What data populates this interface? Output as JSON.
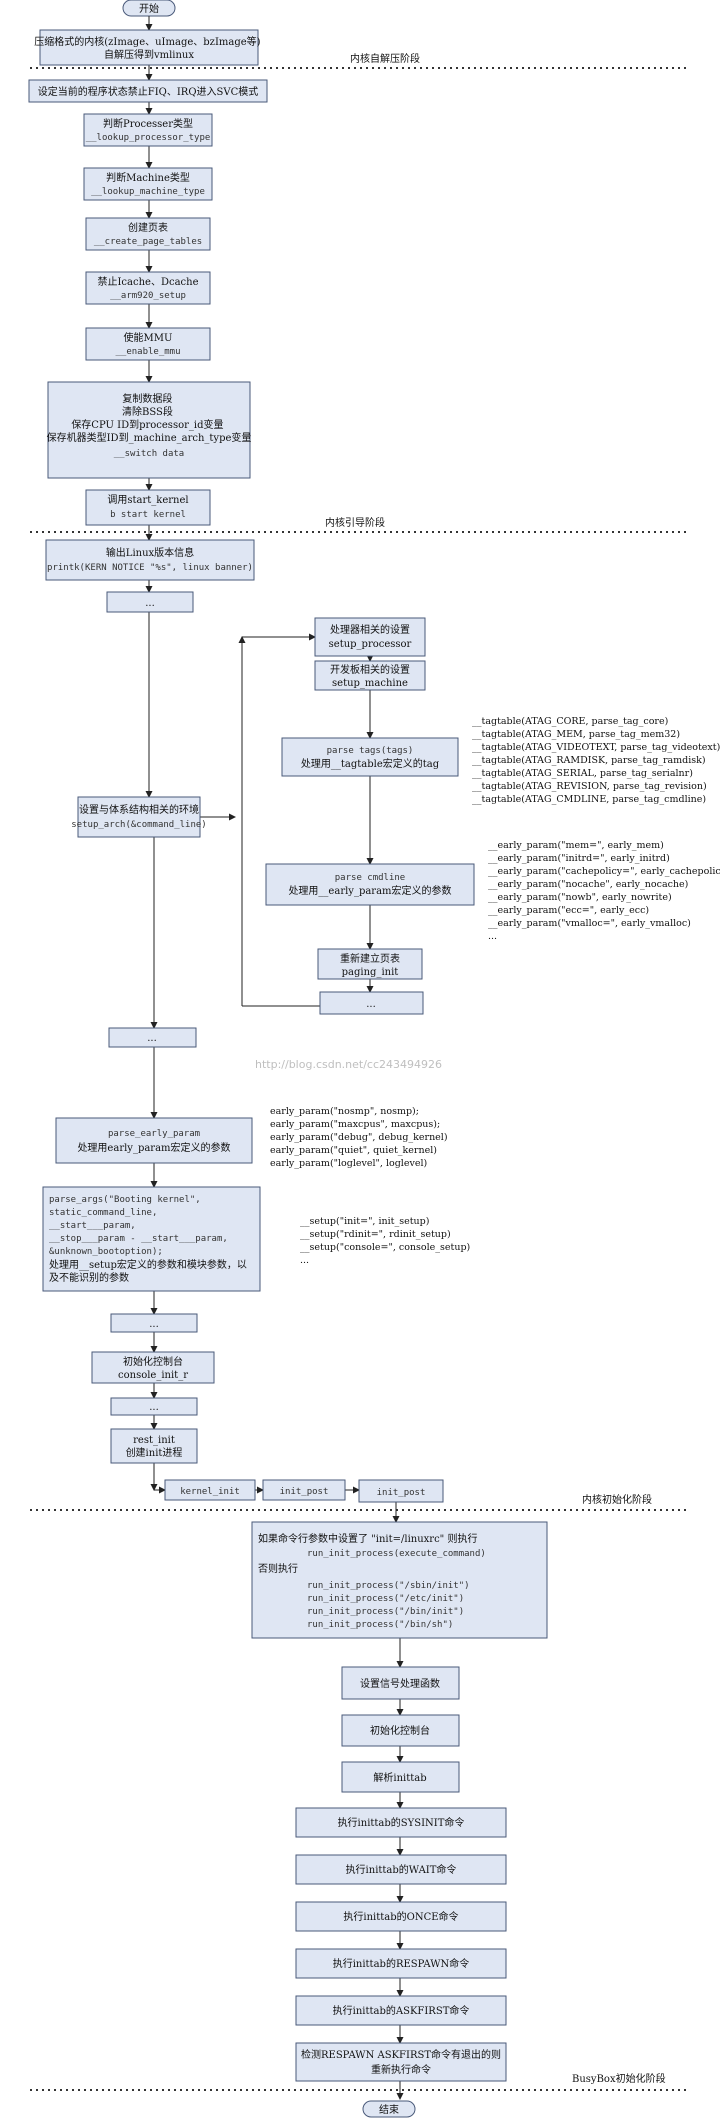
{
  "start": "开始",
  "end": "结束",
  "stages": {
    "decompress": "内核自解压阶段",
    "boot": "内核引导阶段",
    "init": "内核初始化阶段",
    "busybox": "BusyBox初始化阶段"
  },
  "watermark": "http://blog.csdn.net/cc243494926",
  "boxes": {
    "decompress": [
      "压缩格式的内核(zImage、uImage、bzImage等)",
      "自解压得到vmlinux"
    ],
    "svc": [
      "设定当前的程序状态禁止FIQ、IRQ进入SVC模式"
    ],
    "processor_type": [
      "判断Processer类型",
      "__lookup_processor_type"
    ],
    "machine_type": [
      "判断Machine类型",
      "__lookup_machine_type"
    ],
    "page_tables": [
      "创建页表",
      "__create_page_tables"
    ],
    "cache": [
      "禁止Icache、Dcache",
      "__arm920_setup"
    ],
    "mmu": [
      "使能MMU",
      "__enable_mmu"
    ],
    "switch_data": [
      "复制数据段",
      "清除BSS段",
      "保存CPU ID到processor_id变量",
      "保存机器类型ID到_machine_arch_type变量",
      "__switch data"
    ],
    "start_kernel": [
      "调用start_kernel",
      "b         start kernel"
    ],
    "banner": [
      "输出Linux版本信息",
      "printk(KERN NOTICE \"%s\", linux banner)"
    ],
    "dots1": "...",
    "setup_arch": [
      "设置与体系结构相关的环境",
      "setup_arch(&command_line)"
    ],
    "setup_processor": [
      "处理器相关的设置",
      "setup_processor"
    ],
    "setup_machine": [
      "开发板相关的设置",
      "setup_machine"
    ],
    "parse_tags": [
      "parse tags(tags)",
      "处理用__tagtable宏定义的tag"
    ],
    "parse_cmdline": [
      "parse cmdline",
      "处理用__early_param宏定义的参数"
    ],
    "paging_init": [
      "重新建立页表",
      "paging_init"
    ],
    "dots2": "...",
    "dots3": "...",
    "parse_early_param": [
      "parse_early_param",
      "处理用early_param宏定义的参数"
    ],
    "parse_args": [
      "parse_args(\"Booting kernel\",",
      "static_command_line,",
      "__start___param,",
      "__stop___param - __start___param,",
      "&unknown_bootoption);",
      "处理用__setup宏定义的参数和模块参数，以",
      "及不能识别的参数"
    ],
    "dots4": "...",
    "console_init": [
      "初始化控制台",
      "console_init_r"
    ],
    "dots5": "...",
    "rest_init": [
      "rest_init",
      "创建init进程"
    ],
    "kernel_init": "kernel_init",
    "init_post1": "init_post",
    "init_post2": "init_post",
    "run_init": [
      "如果命令行参数中设置了 \"init=/linuxrc\" 则执行",
      "run_init_process(execute_command)",
      "否则执行",
      "run_init_process(\"/sbin/init\")",
      "run_init_process(\"/etc/init\")",
      "run_init_process(\"/bin/init\")",
      "run_init_process(\"/bin/sh\")"
    ],
    "signal": "设置信号处理函数",
    "console": "初始化控制台",
    "inittab": "解析inittab",
    "sysinit": "执行inittab的SYSINIT命令",
    "wait": "执行inittab的WAIT命令",
    "once": "执行inittab的ONCE命令",
    "respawn": "执行inittab的RESPAWN命令",
    "askfirst": "执行inittab的ASKFIRST命令",
    "restart": [
      "检测RESPAWN ASKFIRST命令有退出的则",
      "重新执行命令"
    ]
  },
  "notes": {
    "tagtable": [
      "__tagtable(ATAG_CORE, parse_tag_core)",
      "__tagtable(ATAG_MEM, parse_tag_mem32)",
      "__tagtable(ATAG_VIDEOTEXT, parse_tag_videotext)",
      "__tagtable(ATAG_RAMDISK, parse_tag_ramdisk)",
      "__tagtable(ATAG_SERIAL, parse_tag_serialnr)",
      "__tagtable(ATAG_REVISION, parse_tag_revision)",
      "__tagtable(ATAG_CMDLINE, parse_tag_cmdline)"
    ],
    "early_param_cmdline": [
      "__early_param(\"mem=\", early_mem)",
      "__early_param(\"initrd=\", early_initrd)",
      "__early_param(\"cachepolicy=\", early_cachepolicy)",
      "__early_param(\"nocache\", early_nocache)",
      "__early_param(\"nowb\", early_nowrite)",
      "__early_param(\"ecc=\", early_ecc)",
      "__early_param(\"vmalloc=\", early_vmalloc)",
      "..."
    ],
    "early_param": [
      "early_param(\"nosmp\", nosmp);",
      "early_param(\"maxcpus\", maxcpus);",
      "early_param(\"debug\", debug_kernel)",
      "early_param(\"quiet\", quiet_kernel)",
      "early_param(\"loglevel\", loglevel)"
    ],
    "setup": [
      "__setup(\"init=\", init_setup)",
      "__setup(\"rdinit=\", rdinit_setup)",
      "__setup(\"console=\", console_setup)",
      "..."
    ]
  }
}
